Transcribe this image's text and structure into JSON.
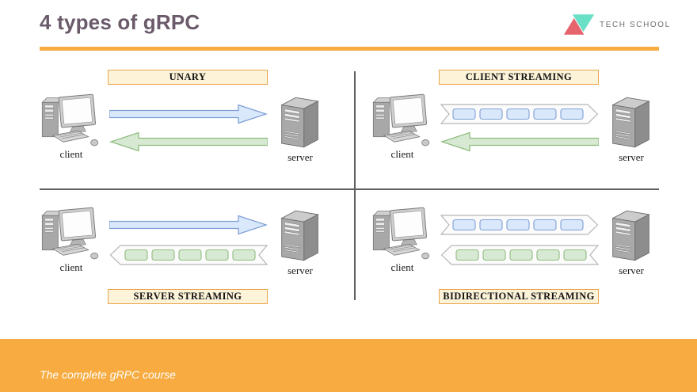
{
  "header": {
    "title": "4 types of gRPC",
    "brand": "TECH SCHOOL"
  },
  "quadrants": [
    {
      "label": "UNARY",
      "client_label": "client",
      "server_label": "server"
    },
    {
      "label": "CLIENT STREAMING",
      "client_label": "client",
      "server_label": "server"
    },
    {
      "label": "SERVER STREAMING",
      "client_label": "client",
      "server_label": "server"
    },
    {
      "label": "BIDIRECTIONAL STREAMING",
      "client_label": "client",
      "server_label": "server"
    }
  ],
  "streams": {
    "messages_per_stream": 5
  },
  "footer": {
    "caption": "The complete gRPC course"
  },
  "colors": {
    "accent-orange": "#f7ab40",
    "title-text": "#6a5a6a",
    "label-box-fill": "#fcf3d8",
    "label-box-border": "#eaa64d",
    "request-blue-fill": "#dae8fc",
    "request-blue-stroke": "#7e9fd4",
    "response-green-fill": "#d7e9d3",
    "response-green-stroke": "#8fbc7f",
    "stream-fill": "#fcfcfc",
    "stream-stroke": "#b5b5b5",
    "divider": "#5f5f5f",
    "logo-pink": "#e5646e",
    "logo-teal": "#69dfc6",
    "logo-text": "#6f6f6f",
    "footer-text": "#ffffff"
  }
}
